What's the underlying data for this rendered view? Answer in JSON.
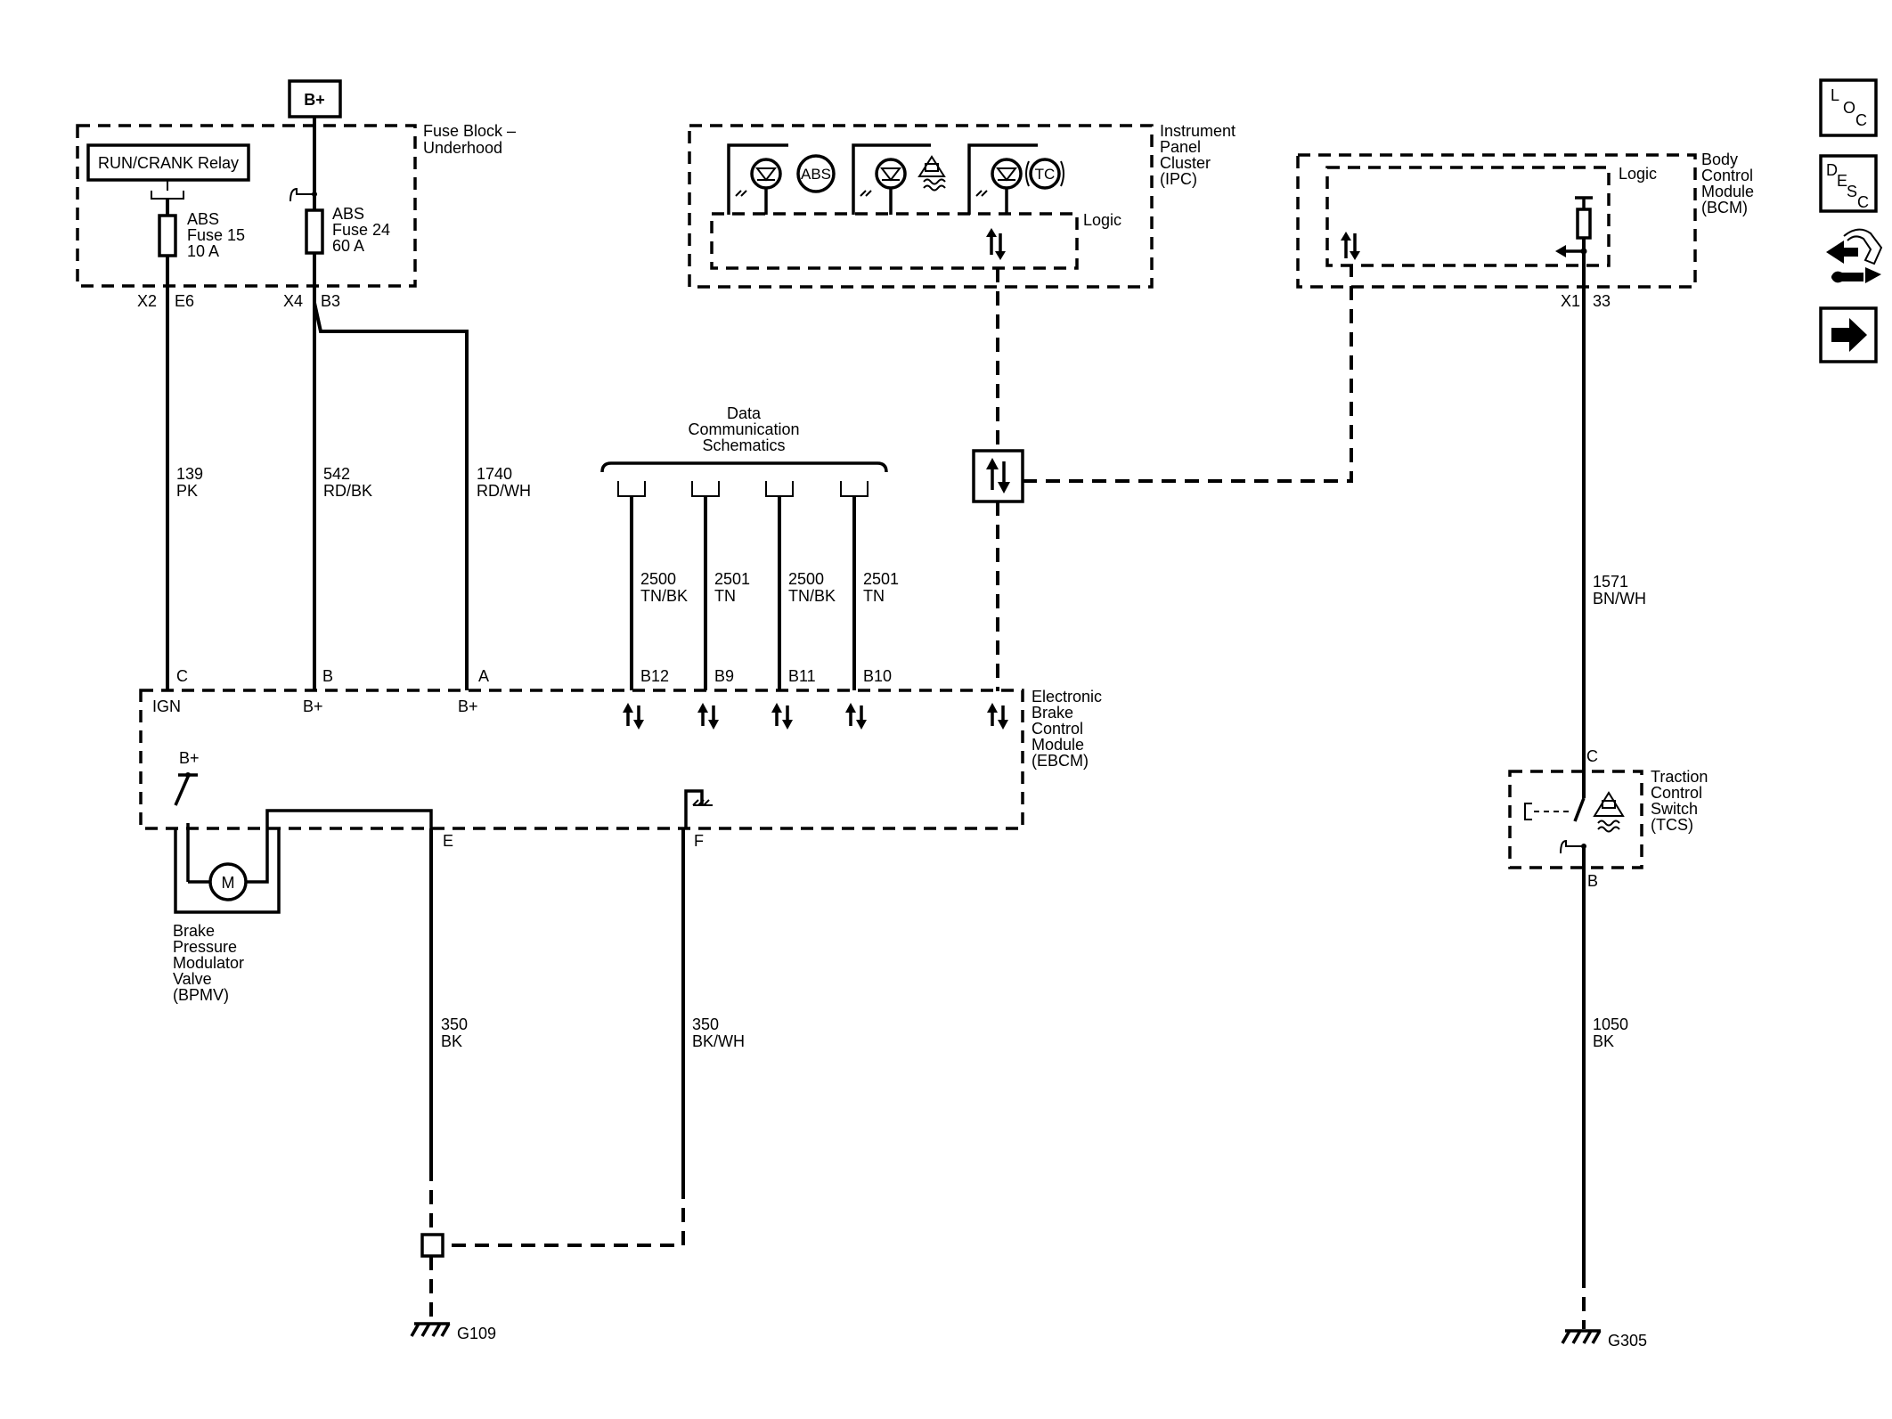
{
  "power": {
    "bplus_top": "B+"
  },
  "fuse_block": {
    "title": [
      "Fuse Block –",
      "Underhood"
    ],
    "relay": "RUN/CRANK Relay",
    "fuse15": [
      "ABS",
      "Fuse 15",
      "10 A"
    ],
    "fuse24": [
      "ABS",
      "Fuse 24",
      "60 A"
    ],
    "conn_x2": "X2",
    "pin_e6": "E6",
    "conn_x4": "X4",
    "pin_b3": "B3"
  },
  "ipc": {
    "title": [
      "Instrument",
      "Panel",
      "Cluster",
      "(IPC)"
    ],
    "logic": "Logic",
    "abs_icon": "ABS",
    "tc_icon": "TC"
  },
  "bcm": {
    "title": [
      "Body",
      "Control",
      "Module",
      "(BCM)"
    ],
    "logic": "Logic",
    "conn": "X1",
    "pin": "33"
  },
  "data_comm": {
    "title": [
      "Data",
      "Communication",
      "Schematics"
    ]
  },
  "wires": {
    "w139": [
      "139",
      "PK"
    ],
    "w542": [
      "542",
      "RD/BK"
    ],
    "w1740": [
      "1740",
      "RD/WH"
    ],
    "w2500a": [
      "2500",
      "TN/BK"
    ],
    "w2501a": [
      "2501",
      "TN"
    ],
    "w2500b": [
      "2500",
      "TN/BK"
    ],
    "w2501b": [
      "2501",
      "TN"
    ],
    "w1571": [
      "1571",
      "BN/WH"
    ],
    "w350bk": [
      "350",
      "BK"
    ],
    "w350bkwh": [
      "350",
      "BK/WH"
    ],
    "w1050": [
      "1050",
      "BK"
    ]
  },
  "ebcm": {
    "title": [
      "Electronic",
      "Brake",
      "Control",
      "Module",
      "(EBCM)"
    ],
    "pins": {
      "c": "C",
      "b": "B",
      "a": "A",
      "b12": "B12",
      "b9": "B9",
      "b11": "B11",
      "b10": "B10",
      "e": "E",
      "f": "F"
    },
    "ign": "IGN",
    "bplus1": "B+",
    "bplus2": "B+",
    "bplus_inner": "B+",
    "motor": "M"
  },
  "bpmv": {
    "title": [
      "Brake",
      "Pressure",
      "Modulator",
      "Valve",
      "(BPMV)"
    ]
  },
  "tcs": {
    "title": [
      "Traction",
      "Control",
      "Switch",
      "(TCS)"
    ],
    "pin_c": "C",
    "pin_b": "B"
  },
  "grounds": {
    "g109": "G109",
    "g305": "G305"
  },
  "nav": {
    "loc": {
      "main": "L",
      "sub1": "O",
      "sub2": "C"
    },
    "desc": {
      "main": "D",
      "sub1": "E",
      "sub2": "S",
      "sub3": "C"
    }
  }
}
